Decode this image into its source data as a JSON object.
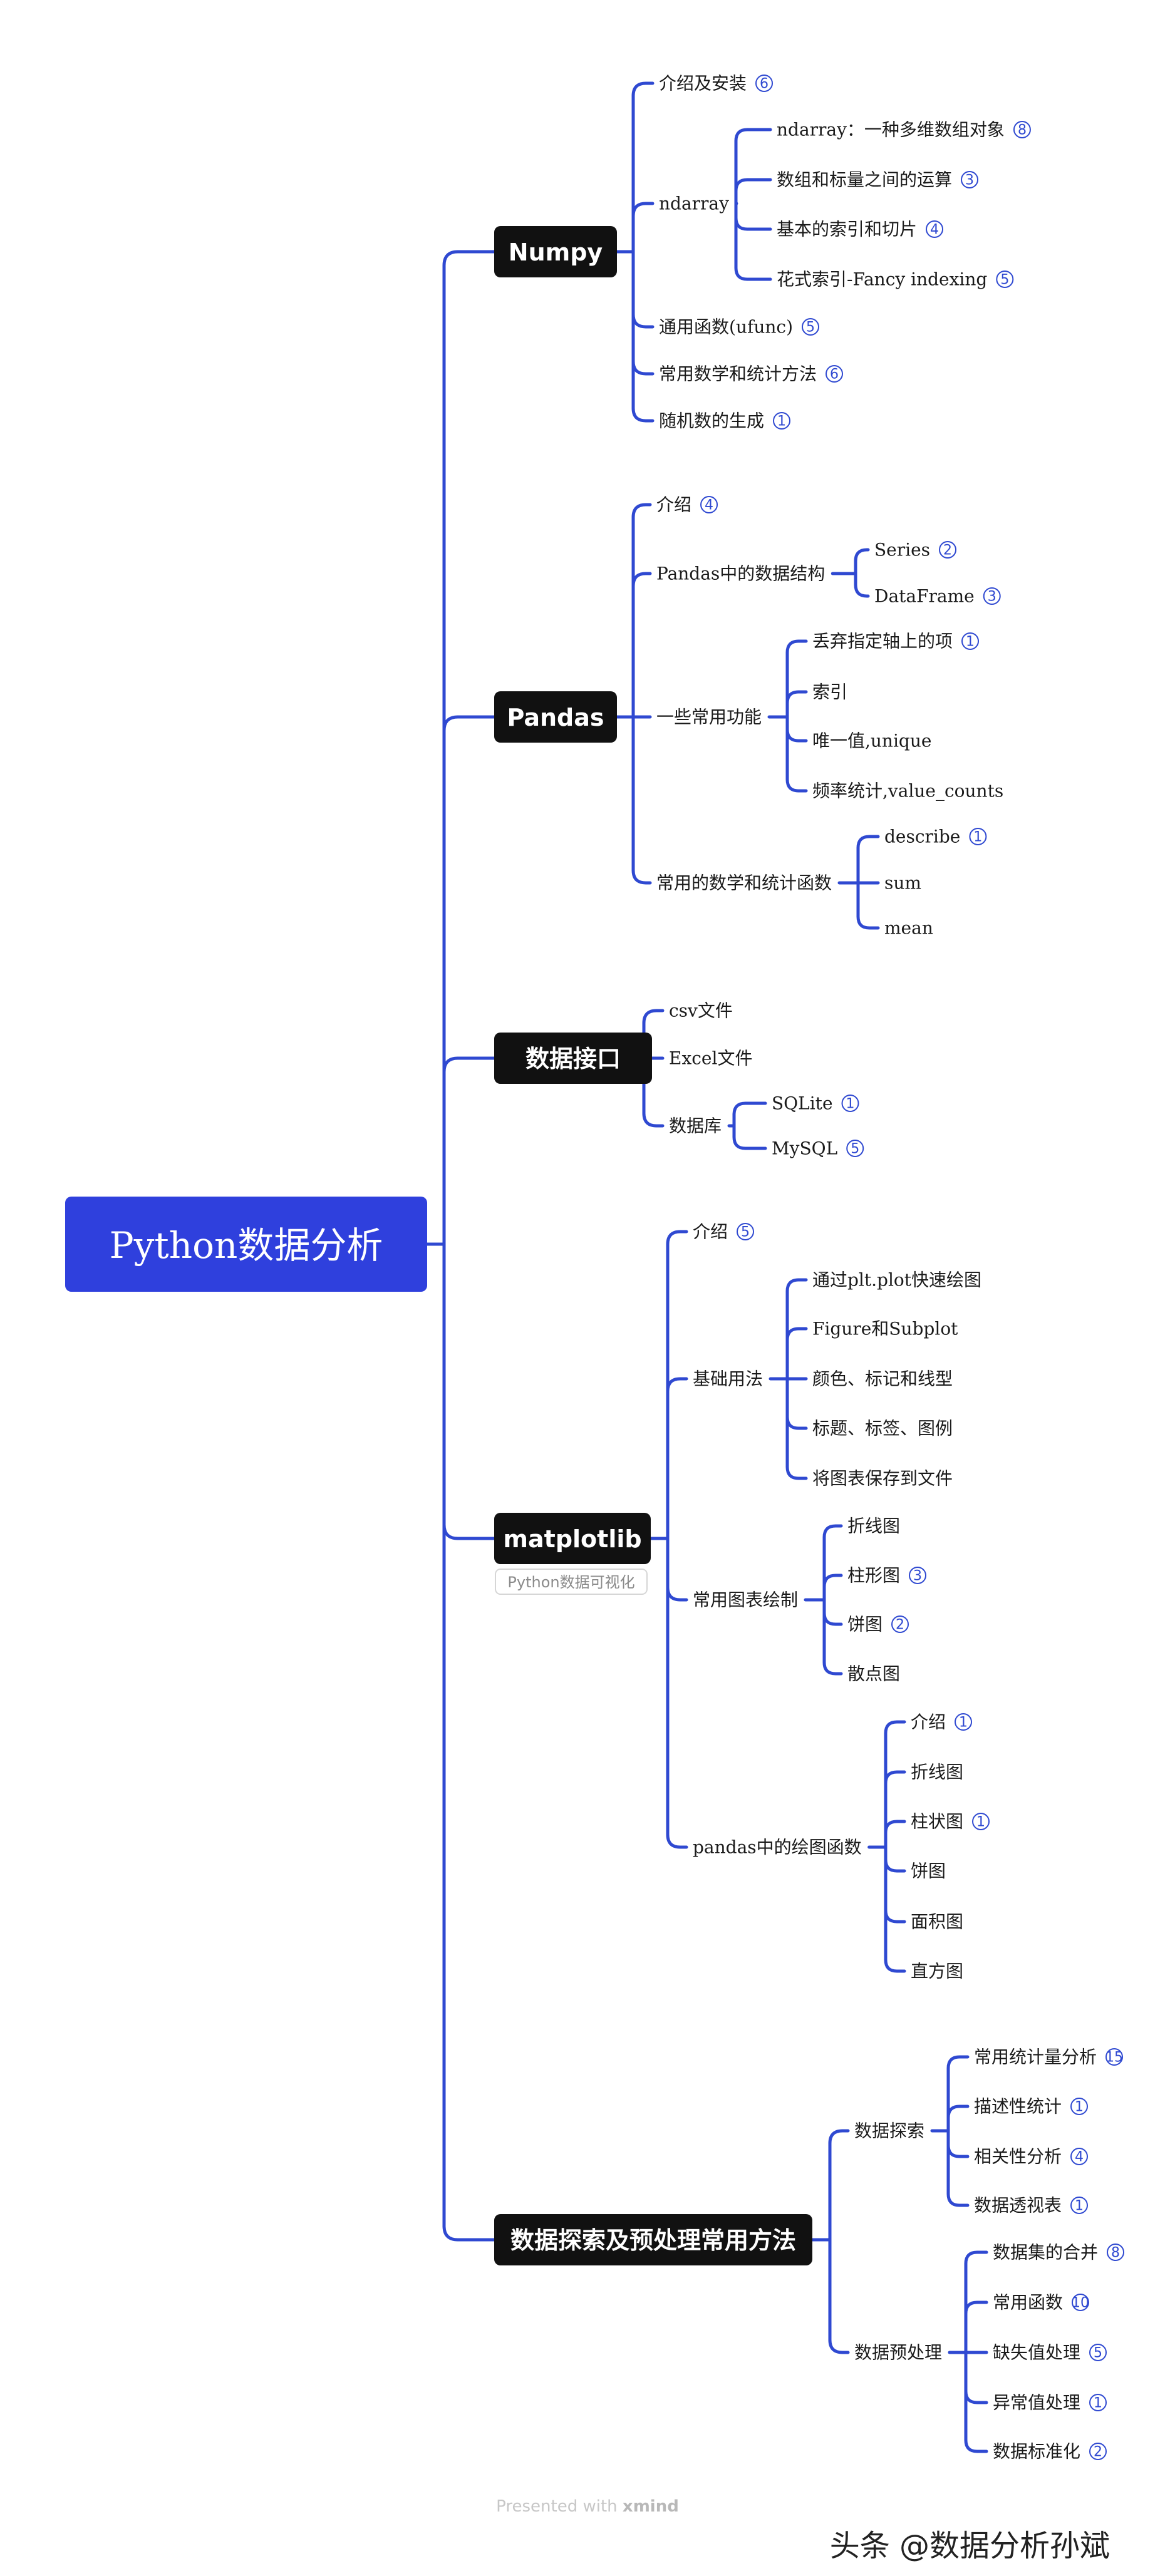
{
  "root": {
    "label": "Python数据分析"
  },
  "branches": [
    {
      "id": "numpy",
      "label": "Numpy",
      "children": [
        {
          "label": "介绍及安装",
          "count": "6"
        },
        {
          "label": "ndarray",
          "children": [
            {
              "label": "ndarray：一种多维数组对象",
              "count": "8"
            },
            {
              "label": "数组和标量之间的运算",
              "count": "3"
            },
            {
              "label": "基本的索引和切片",
              "count": "4"
            },
            {
              "label": "花式索引-Fancy indexing",
              "count": "5"
            }
          ]
        },
        {
          "label": "通用函数(ufunc)",
          "count": "5"
        },
        {
          "label": "常用数学和统计方法",
          "count": "6"
        },
        {
          "label": "随机数的生成",
          "count": "1"
        }
      ]
    },
    {
      "id": "pandas",
      "label": "Pandas",
      "children": [
        {
          "label": "介绍",
          "count": "4"
        },
        {
          "label": "Pandas中的数据结构",
          "children": [
            {
              "label": "Series",
              "count": "2"
            },
            {
              "label": "DataFrame",
              "count": "3"
            }
          ]
        },
        {
          "label": "一些常用功能",
          "children": [
            {
              "label": "丢弃指定轴上的项",
              "count": "1"
            },
            {
              "label": "索引"
            },
            {
              "label": "唯一值,unique"
            },
            {
              "label": "频率统计,value_counts"
            }
          ]
        },
        {
          "label": "常用的数学和统计函数",
          "children": [
            {
              "label": "describe",
              "count": "1"
            },
            {
              "label": "sum"
            },
            {
              "label": "mean"
            }
          ]
        }
      ]
    },
    {
      "id": "io",
      "label": "数据接口",
      "children": [
        {
          "label": "csv文件"
        },
        {
          "label": "Excel文件"
        },
        {
          "label": "数据库",
          "children": [
            {
              "label": "SQLite",
              "count": "1"
            },
            {
              "label": "MySQL",
              "count": "5"
            }
          ]
        }
      ]
    },
    {
      "id": "mpl",
      "label": "matplotlib",
      "note": "Python数据可视化",
      "children": [
        {
          "label": "介绍",
          "count": "5"
        },
        {
          "label": "基础用法",
          "children": [
            {
              "label": "通过plt.plot快速绘图"
            },
            {
              "label": "Figure和Subplot"
            },
            {
              "label": "颜色、标记和线型"
            },
            {
              "label": "标题、标签、图例"
            },
            {
              "label": "将图表保存到文件"
            }
          ]
        },
        {
          "label": "常用图表绘制",
          "children": [
            {
              "label": "折线图"
            },
            {
              "label": "柱形图",
              "count": "3"
            },
            {
              "label": "饼图",
              "count": "2"
            },
            {
              "label": "散点图"
            }
          ]
        },
        {
          "label": "pandas中的绘图函数",
          "children": [
            {
              "label": "介绍",
              "count": "1"
            },
            {
              "label": "折线图"
            },
            {
              "label": "柱状图",
              "count": "1"
            },
            {
              "label": "饼图"
            },
            {
              "label": "面积图"
            },
            {
              "label": "直方图"
            }
          ]
        }
      ]
    },
    {
      "id": "explore",
      "label": "数据探索及预处理常用方法",
      "children": [
        {
          "label": "数据探索",
          "children": [
            {
              "label": "常用统计量分析",
              "count": "15"
            },
            {
              "label": "描述性统计",
              "count": "1"
            },
            {
              "label": "相关性分析",
              "count": "4"
            },
            {
              "label": "数据透视表",
              "count": "1"
            }
          ]
        },
        {
          "label": "数据预处理",
          "children": [
            {
              "label": "数据集的合并",
              "count": "8"
            },
            {
              "label": "常用函数",
              "count": "10"
            },
            {
              "label": "缺失值处理",
              "count": "5"
            },
            {
              "label": "异常值处理",
              "count": "1"
            },
            {
              "label": "数据标准化",
              "count": "2"
            }
          ]
        }
      ]
    }
  ],
  "footer": {
    "prefix": "Presented with",
    "brand": "xmind"
  },
  "watermark": "头条 @数据分析孙斌",
  "colors": {
    "line": "#2f49d1",
    "root_fill": "#2f40dd",
    "box_fill": "#111111",
    "count": "#2f49d1"
  }
}
